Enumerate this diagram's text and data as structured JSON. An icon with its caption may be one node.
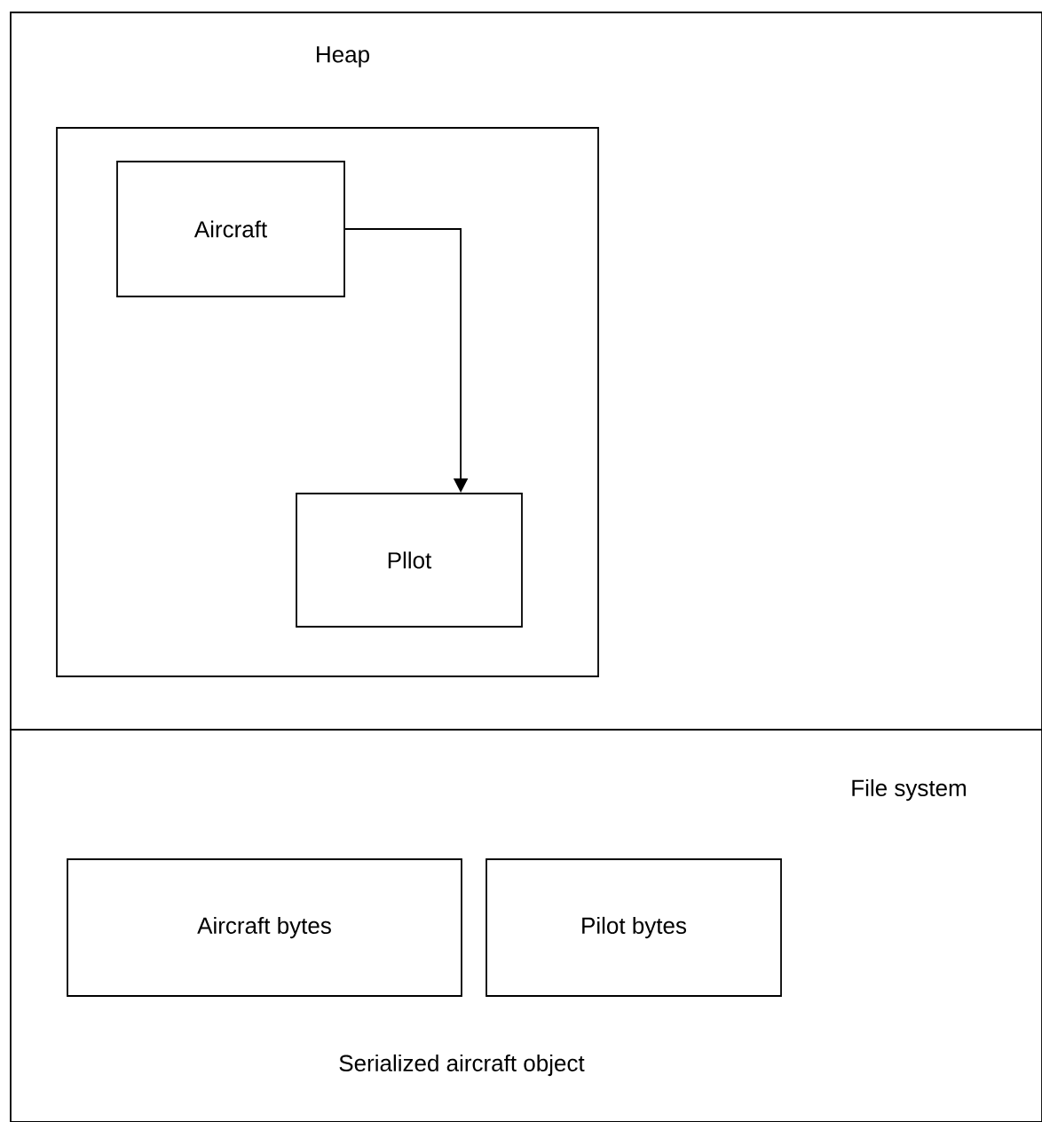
{
  "diagram": {
    "nodes": [
      {
        "text": [
          "Heap"
        ]
      },
      {
        "text": [],
        "shape": "box",
        "in": 0
      },
      {
        "text": [
          "Aircraft"
        ],
        "in": 1
      },
      {
        "text": [
          "Pllot"
        ],
        "in": 1
      },
      {
        "text": [
          "File system",
          "Serialized aircraft object"
        ]
      },
      {
        "text": [
          "Aircraft bytes"
        ],
        "in": 4
      },
      {
        "text": [
          "Pilot bytes"
        ],
        "in": 4
      }
    ],
    "edges": [
      {
        "from": 2,
        "to": 3,
        "arrow": "to"
      }
    ]
  }
}
